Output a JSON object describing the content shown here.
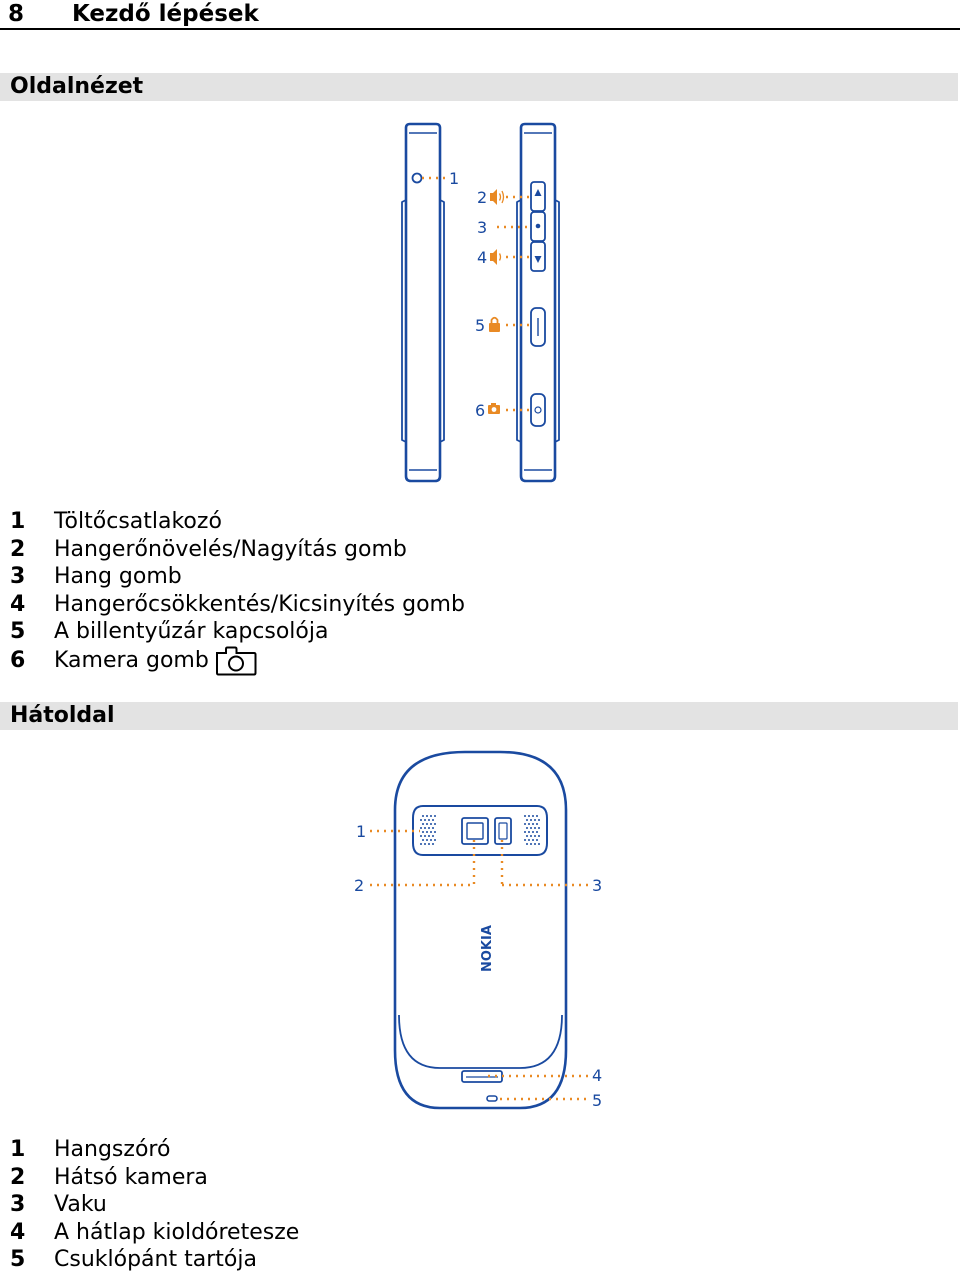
{
  "header": {
    "page_number": "8",
    "chapter_title": "Kezdő lépések"
  },
  "side_view": {
    "title": "Oldalnézet",
    "callouts": [
      "1",
      "2",
      "3",
      "4",
      "5",
      "6"
    ],
    "legend": [
      {
        "num": "1",
        "label": "Töltőcsatlakozó"
      },
      {
        "num": "2",
        "label": "Hangerőnövelés/Nagyítás gomb"
      },
      {
        "num": "3",
        "label": "Hang gomb"
      },
      {
        "num": "4",
        "label": "Hangerőcsökkentés/Kicsinyítés gomb"
      },
      {
        "num": "5",
        "label": "A billentyűzár kapcsolója"
      },
      {
        "num": "6",
        "label": "Kamera gomb"
      }
    ]
  },
  "back_view": {
    "title": "Hátoldal",
    "brand_text": "NOKIA",
    "callouts": [
      "1",
      "2",
      "3",
      "4",
      "5"
    ],
    "legend": [
      {
        "num": "1",
        "label": "Hangszóró"
      },
      {
        "num": "2",
        "label": "Hátsó kamera"
      },
      {
        "num": "3",
        "label": "Vaku"
      },
      {
        "num": "4",
        "label": "A hátlap kioldóretesze"
      },
      {
        "num": "5",
        "label": "Csuklópánt tartója"
      }
    ]
  },
  "colors": {
    "outline": "#1a4aa0",
    "callout": "#e98a24",
    "section_bar": "#e3e3e3"
  }
}
